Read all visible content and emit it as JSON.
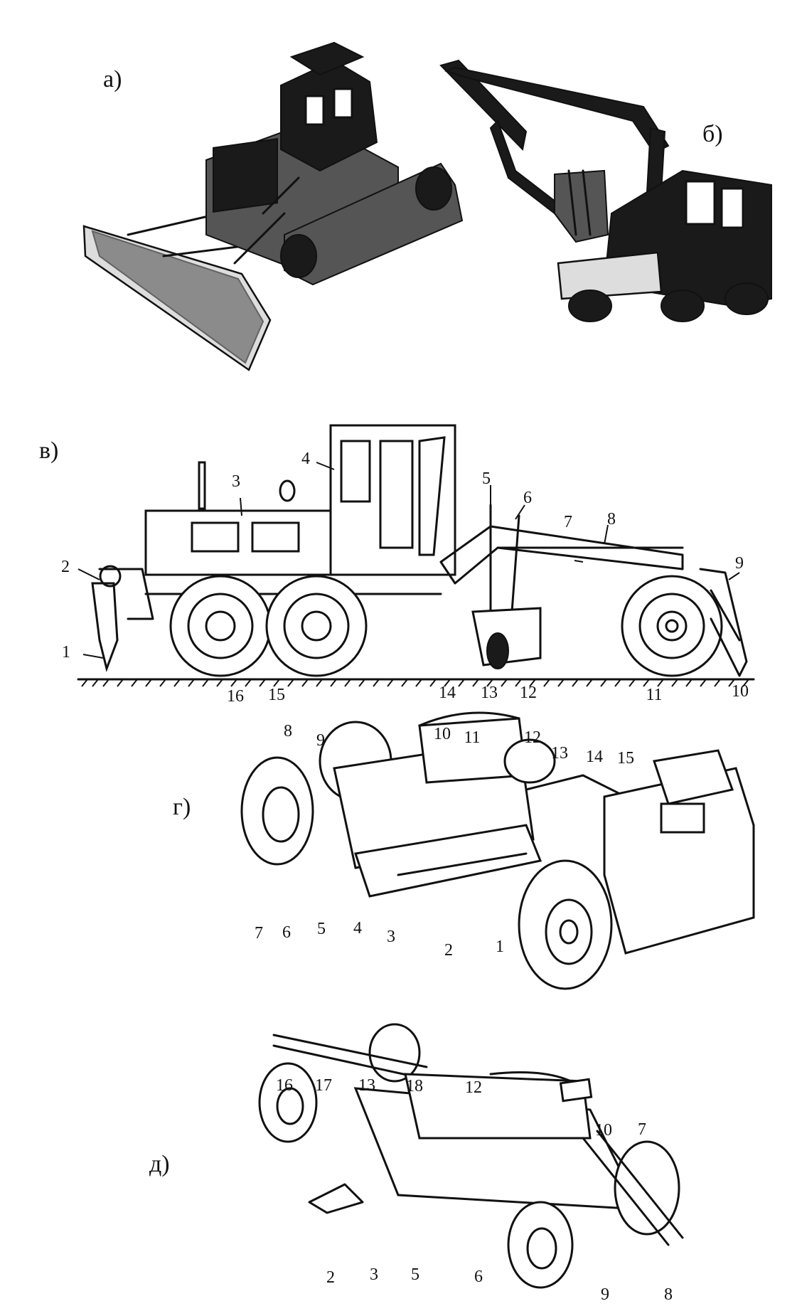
{
  "panels": {
    "a": {
      "label": "а)"
    },
    "b": {
      "label": "б)"
    },
    "v": {
      "label": "в)",
      "callouts": [
        "1",
        "2",
        "3",
        "4",
        "5",
        "6",
        "7",
        "8",
        "9",
        "10",
        "11",
        "12",
        "13",
        "14",
        "15",
        "16"
      ]
    },
    "g": {
      "label": "г)",
      "callouts": [
        "1",
        "2",
        "3",
        "4",
        "5",
        "6",
        "7",
        "8",
        "9",
        "10",
        "11",
        "12",
        "13",
        "14",
        "15"
      ]
    },
    "d": {
      "label": "д)",
      "callouts": [
        "2",
        "3",
        "5",
        "6",
        "7",
        "8",
        "9",
        "10",
        "12",
        "13",
        "16",
        "17",
        "18"
      ]
    }
  },
  "icons": [
    "bulldozer-illustration",
    "excavator-illustration",
    "motor-grader-illustration",
    "self-propelled-scraper-illustration",
    "towed-scraper-illustration"
  ]
}
